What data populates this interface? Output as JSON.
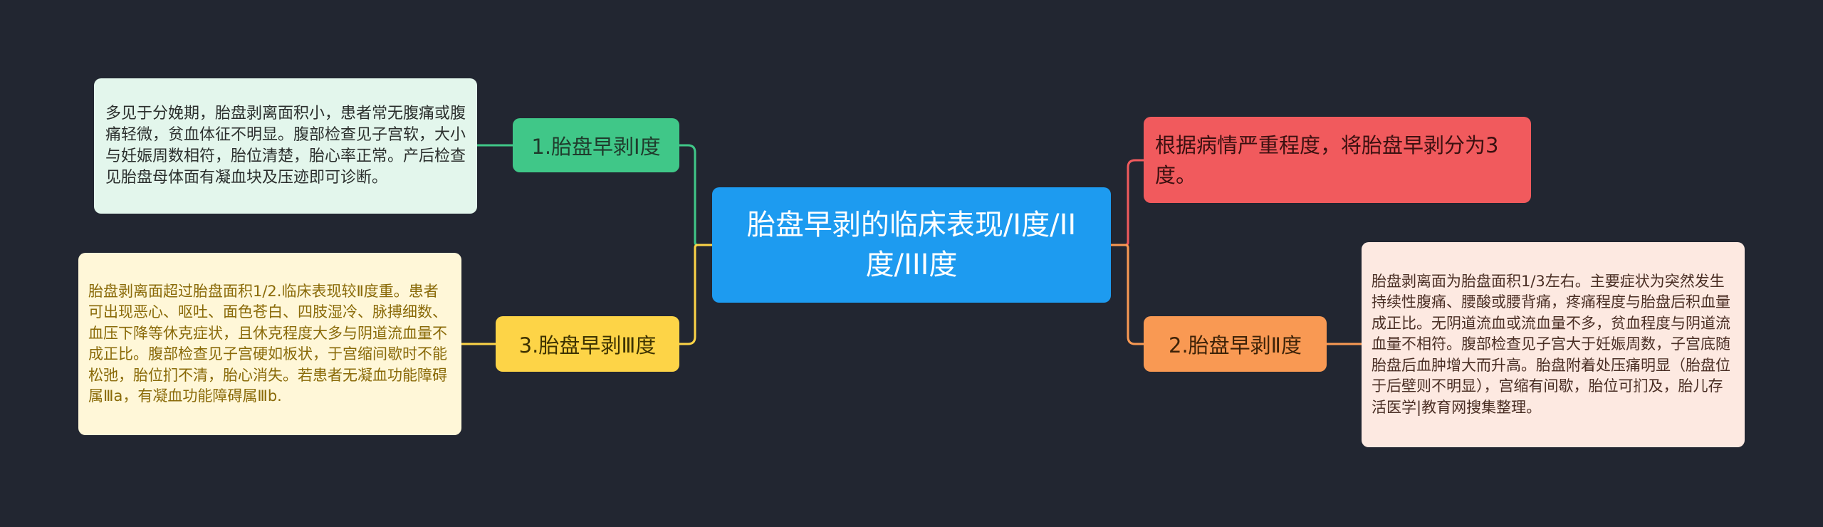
{
  "center": {
    "title": "胎盘早剥的临床表现/I度/II度/III度"
  },
  "branches": {
    "severity_intro": {
      "label": "根据病情严重程度，将胎盘早剥分为3度。",
      "color": "#f15a5d"
    },
    "grade1": {
      "label": "1.胎盘早剥I度",
      "color": "#40c788",
      "detail": "多见于分娩期，胎盘剥离面积小，患者常无腹痛或腹痛轻微，贫血体征不明显。腹部检查见子宫软，大小与妊娠周数相符，胎位清楚，胎心率正常。产后检查见胎盘母体面有凝血块及压迹即可诊断。"
    },
    "grade2": {
      "label": "2.胎盘早剥Ⅱ度",
      "color": "#f99953",
      "detail": "胎盘剥离面为胎盘面积1/3左右。主要症状为突然发生持续性腹痛、腰酸或腰背痛，疼痛程度与胎盘后积血量成正比。无阴道流血或流血量不多，贫血程度与阴道流血量不相符。腹部检查见子宫大于妊娠周数，子宫底随胎盘后血肿增大而升高。胎盘附着处压痛明显（胎盘位于后壁则不明显），宫缩有间歇，胎位可扪及，胎儿存活医学|教育网搜集整理。"
    },
    "grade3": {
      "label": "3.胎盘早剥Ⅲ度",
      "color": "#fdd447",
      "detail": "胎盘剥离面超过胎盘面积1/2.临床表现较Ⅱ度重。患者可出现恶心、呕吐、面色苍白、四肢湿冷、脉搏细数、血压下降等休克症状，且休克程度大多与阴道流血量不成正比。腹部检查见子宫硬如板状，于宫缩间歇时不能松弛，胎位扪不清，胎心消失。若患者无凝血功能障碍属Ⅲa，有凝血功能障碍属Ⅲb."
    }
  }
}
